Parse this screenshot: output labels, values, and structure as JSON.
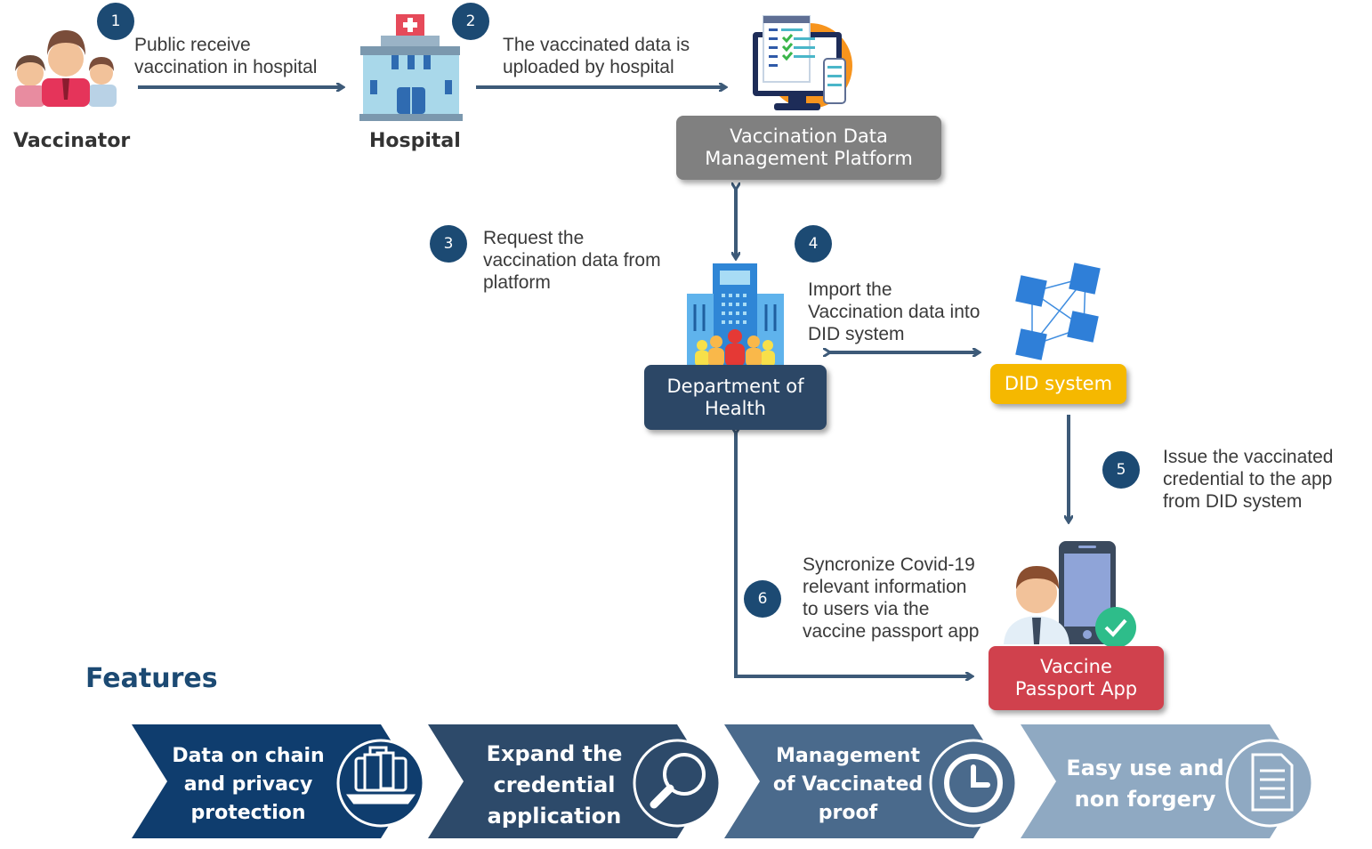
{
  "steps": [
    {
      "number": "1",
      "text": "Public receive\nvaccination in hospital"
    },
    {
      "number": "2",
      "text": "The vaccinated data is\nuploaded by hospital"
    },
    {
      "number": "3",
      "text": "Request the\nvaccination data from\nplatform"
    },
    {
      "number": "4",
      "text": "Import the\nVaccination data into\nDID system"
    },
    {
      "number": "5",
      "text": "Issue the vaccinated\ncredential to the app\nfrom DID system"
    },
    {
      "number": "6",
      "text": "Syncronize Covid-19\nrelevant information\nto users via the\nvaccine passport app"
    }
  ],
  "nodes": {
    "vaccinator": "Vaccinator",
    "hospital": "Hospital",
    "platform": "Vaccination Data\nManagement Platform",
    "department": "Department of\nHealth",
    "did": "DID system",
    "app": "Vaccine\nPassport App"
  },
  "features": {
    "heading": "Features",
    "items": [
      {
        "label": "Data on chain\nand privacy\nprotection",
        "icon": "laptop-documents-icon",
        "color": "#0f3d6e"
      },
      {
        "label": "Expand the\ncredential\napplication",
        "icon": "magnifier-icon",
        "color": "#2d4a6a"
      },
      {
        "label": "Management\nof Vaccinated\nproof",
        "icon": "clock-icon",
        "color": "#4a6a8c"
      },
      {
        "label": "Easy use and\nnon forgery",
        "icon": "document-icon",
        "color": "#8fa9c2"
      }
    ]
  },
  "colors": {
    "arrow": "#3d5a78",
    "step_badge": "#1c4a73",
    "platform_box": "#808080",
    "department_box": "#2c4766",
    "did_box": "#f5b800",
    "app_box": "#d0414d"
  }
}
